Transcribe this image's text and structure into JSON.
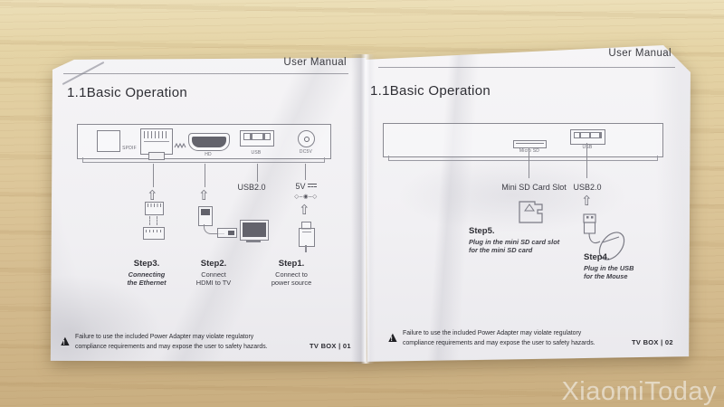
{
  "photo": {
    "watermark": "XiaomiToday"
  },
  "icons": {
    "warning_mark": "!",
    "arrow_up": "⇧",
    "polarity": "◇–◉–◇"
  },
  "left_page": {
    "header": "User Manual",
    "section_title": "1.1Basic Operation",
    "panel_ports": {
      "spdif": "SPDIF",
      "hdmi": "HD",
      "usb": "USB",
      "dc": "DC5V"
    },
    "callouts": {
      "usb": "USB2.0",
      "power": "5V"
    },
    "steps": [
      {
        "name": "Step3.",
        "line1": "Connecting",
        "line2": "the Ethernet"
      },
      {
        "name": "Step2.",
        "line1": "Connect",
        "line2": "HDMI to TV"
      },
      {
        "name": "Step1.",
        "line1": "Connect to",
        "line2": "power source"
      }
    ],
    "warning_line1": "Failure to use the included Power Adapter may violate regulatory",
    "warning_line2": "compliance requirements and may expose the user to safety hazards.",
    "page_number": "TV BOX | 01"
  },
  "right_page": {
    "header": "User Manual",
    "section_title": "1.1Basic Operation",
    "panel_ports": {
      "microsd": "Micro SD",
      "usb": "USB"
    },
    "callouts": {
      "sd": "Mini SD Card Slot",
      "usb": "USB2.0"
    },
    "steps": [
      {
        "name": "Step5.",
        "line1": "Plug in the mini SD card slot",
        "line2": "for the  mini SD card"
      },
      {
        "name": "Step4.",
        "line1": "Plug in the USB",
        "line2": "for the Mouse"
      }
    ],
    "warning_line1": "Failure to use the included Power Adapter may violate regulatory",
    "warning_line2": "compliance requirements and may expose the user to safety hazards.",
    "page_number": "TV BOX | 02"
  }
}
